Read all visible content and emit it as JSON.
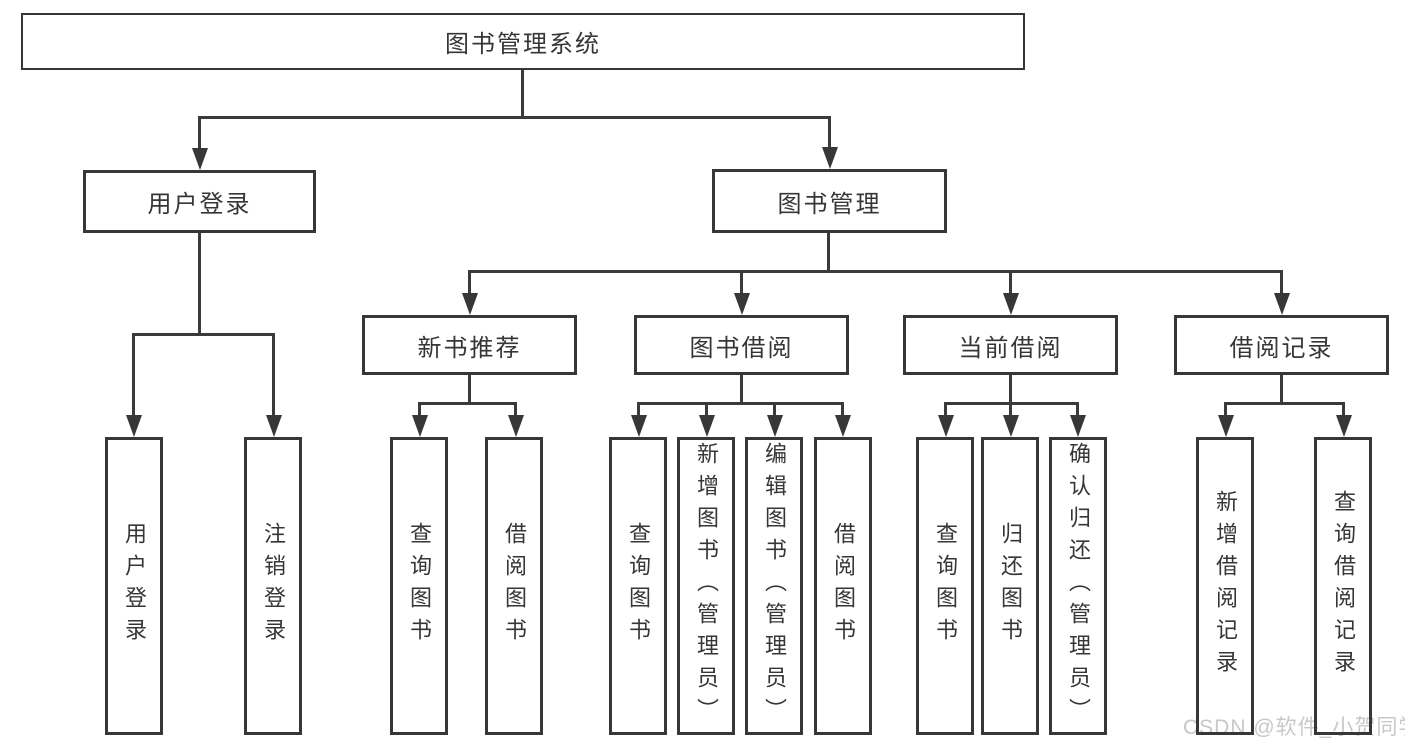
{
  "diagram": {
    "title": "图书管理系统",
    "type": "function-structure-tree",
    "nodes": {
      "root": {
        "label": "图书管理系统"
      },
      "user_login_branch": {
        "label": "用户登录"
      },
      "book_mgmt_branch": {
        "label": "图书管理"
      },
      "new_book_rec": {
        "label": "新书推荐"
      },
      "book_borrow": {
        "label": "图书借阅"
      },
      "current_borrow": {
        "label": "当前借阅"
      },
      "borrow_record": {
        "label": "借阅记录"
      },
      "leaf_user_login": {
        "label": "用户登录"
      },
      "leaf_logout": {
        "label": "注销登录"
      },
      "leaf_nbr_query": {
        "label": "查询图书"
      },
      "leaf_nbr_borrow": {
        "label": "借阅图书"
      },
      "leaf_bb_query": {
        "label": "查询图书"
      },
      "leaf_bb_add": {
        "label": "新增图书（管理员）"
      },
      "leaf_bb_edit": {
        "label": "编辑图书（管理员）"
      },
      "leaf_bb_borrow": {
        "label": "借阅图书"
      },
      "leaf_cb_query": {
        "label": "查询图书"
      },
      "leaf_cb_return": {
        "label": "归还图书"
      },
      "leaf_cb_confirm": {
        "label": "确认归还（管理员）"
      },
      "leaf_br_add": {
        "label": "新增借阅记录"
      },
      "leaf_br_query": {
        "label": "查询借阅记录"
      }
    },
    "hierarchy": {
      "图书管理系统": {
        "用户登录": [
          "用户登录",
          "注销登录"
        ],
        "图书管理": {
          "新书推荐": [
            "查询图书",
            "借阅图书"
          ],
          "图书借阅": [
            "查询图书",
            "新增图书（管理员）",
            "编辑图书（管理员）",
            "借阅图书"
          ],
          "当前借阅": [
            "查询图书",
            "归还图书",
            "确认归还（管理员）"
          ],
          "借阅记录": [
            "新增借阅记录",
            "查询借阅记录"
          ]
        }
      }
    },
    "watermark": "CSDN @软件_小贺同学",
    "colors": {
      "line": "#3a3a3a",
      "border": "#373737",
      "text": "#363636",
      "background": "#ffffff",
      "watermark": "#c8c8c8"
    }
  }
}
